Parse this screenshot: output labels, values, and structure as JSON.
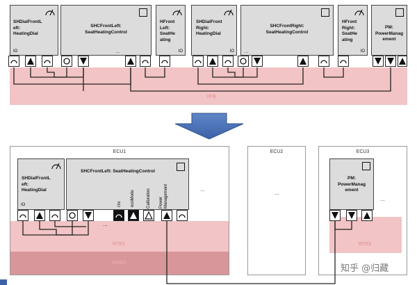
{
  "top": {
    "band_label": "VFB",
    "components": [
      {
        "id": "c1",
        "title": "SHDialFrontL\neft:\nHeatingDial",
        "icon": "dial-icon",
        "io": "IO"
      },
      {
        "id": "c2",
        "title": "SHCFrontLeft:\nSeatHeatingControl",
        "icon": "square-icon"
      },
      {
        "id": "c3",
        "title": "HFront\nLeft:\nSeatHe\nating",
        "icon": "dial-icon",
        "io": "IO"
      },
      {
        "id": "c4",
        "title": "SHDialFront\nRight:\nHeatingDial",
        "icon": "dial-icon",
        "io": "IO"
      },
      {
        "id": "c5",
        "title": "SHCFrontRight:\nSeatHeatingControl",
        "icon": "square-icon"
      },
      {
        "id": "c6",
        "title": "HFront\nRight:\nSeatHe\nating",
        "icon": "dial-icon",
        "io": "IO"
      },
      {
        "id": "c7",
        "title": "PM:\nPowerManag\nement",
        "icon": "square-icon"
      }
    ],
    "ellipsis": "..."
  },
  "bottom": {
    "ecus": [
      {
        "label": "ECU1"
      },
      {
        "label": "ECU2",
        "ellipsis": "..."
      },
      {
        "label": "ECU3"
      }
    ],
    "ecu1": {
      "dial": {
        "title": "SHDialFrontL\neft:\nHeatingDial",
        "io": "IO",
        "icon": "dial-icon"
      },
      "control": {
        "title": "SHCFrontLeft:  SeatHeatingControl",
        "icon": "square-icon"
      },
      "port_labels": [
        "ON",
        "ecoMode",
        "Calibration",
        "Power\nManagement"
      ],
      "ellipsis": "...",
      "rte_label": "RTE1",
      "bsw_label": "BSW1"
    },
    "ecu3": {
      "pm": {
        "title": "PM:\nPowerManag\nement",
        "icon": "square-icon"
      },
      "rte_label": "RTE3"
    }
  },
  "watermark": "知乎 @归藏"
}
